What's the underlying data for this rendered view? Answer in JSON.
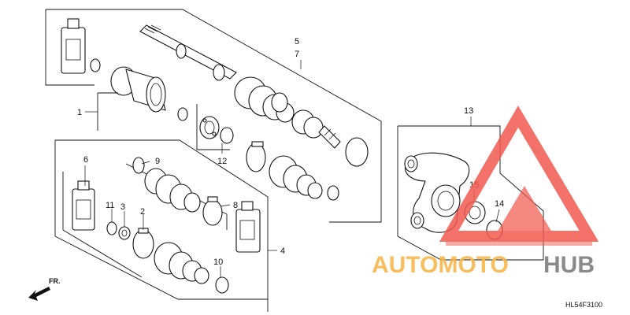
{
  "labels": {
    "p1": "1",
    "p2": "2",
    "p3": "3",
    "p4": "4",
    "p5": "5",
    "p6": "6",
    "p7": "7",
    "p8": "8",
    "p9": "9",
    "p10": "10",
    "p11": "11",
    "p12": "12",
    "p13": "13",
    "p14": "14",
    "p15": "15"
  },
  "front_arrow": "FR.",
  "diagram_code": "HL54F3100",
  "watermark": {
    "part_a": "AUTOMOTO",
    "part_b": "HUB",
    "colors": {
      "accent": "#f05a4f",
      "orange": "#f7b64a",
      "gray": "#8a8a8a"
    }
  }
}
